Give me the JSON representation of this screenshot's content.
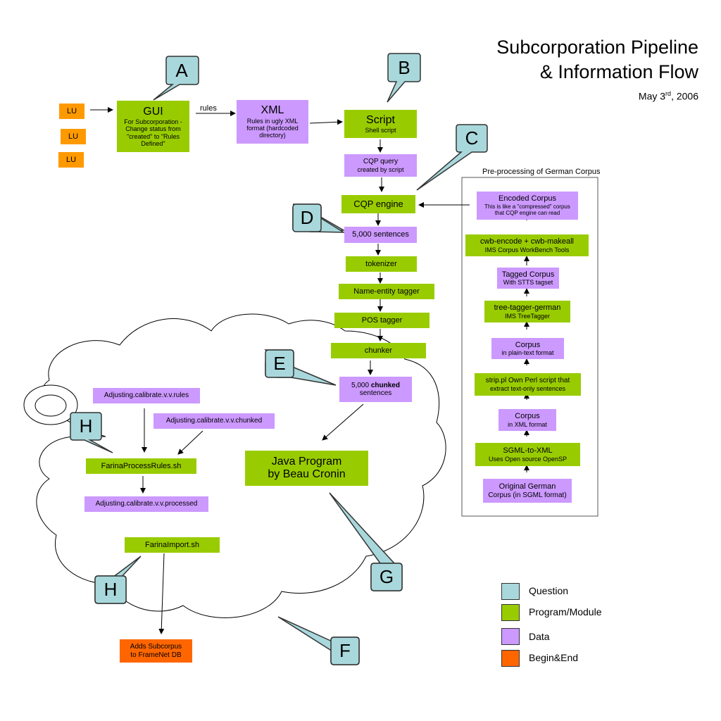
{
  "title": {
    "line1": "Subcorporation Pipeline",
    "line2": "& Information Flow"
  },
  "date": {
    "prefix": "May 3",
    "sup": "rd",
    "suffix": ", 2006"
  },
  "colors": {
    "program": "#99cc00",
    "data": "#cc99ff",
    "begin_end_lu": "#ff9900",
    "begin_end": "#ff6600",
    "question": "#a9d8dc"
  },
  "lu": [
    "LU",
    "LU",
    "LU"
  ],
  "gui": {
    "title": "GUI",
    "desc": "For Subcorporation - Change status from \"created\" to \"Rules Defined\""
  },
  "rules_label": "rules",
  "xml": {
    "title": "XML",
    "desc": "Rules in ugly XML format (hardcoded directory)"
  },
  "script": {
    "title": "Script",
    "desc": "Shell script"
  },
  "cqp_query": {
    "line1": "CQP query",
    "line2": "created by script"
  },
  "cqp_engine": "CQP engine",
  "sentences": "5,000 sentences",
  "tokenizer": "tokenizer",
  "ner": "Name-entity tagger",
  "pos": "POS tagger",
  "chunker": "chunker",
  "chunked": {
    "prefix": "5,000 ",
    "bold": "chunked",
    "line2": "sentences"
  },
  "java": {
    "line1": "Java Program",
    "line2": "by Beau Cronin"
  },
  "cloud": {
    "rules": "Adjusting.calibrate.v.v.rules",
    "chunked": "Adjusting.calibrate.v.v.chunked",
    "process": "FarinaProcessRules.sh",
    "processed": "Adjusting.calibrate.v.v.processed",
    "import": "FarinaImport.sh"
  },
  "end_box": {
    "line1": "Adds Subcorpus",
    "line2": "to FrameNet DB"
  },
  "german": {
    "heading": "Pre-processing of German Corpus",
    "encoded": {
      "line1": "Encoded Corpus",
      "line2": "This is like a \"compressed\" corpus",
      "line3": "that CQP engine can read"
    },
    "cwb": {
      "line1": "cwb-encode + cwb-makeall",
      "line2": "IMS Corpus WorkBench Tools"
    },
    "tagged": {
      "line1": "Tagged Corpus",
      "line2": "With STTS tagset"
    },
    "treetagger": {
      "line1": "tree-tagger-german",
      "line2": "IMS TreeTagger"
    },
    "plain": {
      "line1": "Corpus",
      "line2": "in plain-text format"
    },
    "strip": {
      "line1": "strip.pl Own Perl script that",
      "line2": "extract text-only sentences"
    },
    "xmlcorpus": {
      "line1": "Corpus",
      "line2": "in XML format"
    },
    "sgml": {
      "line1": "SGML-to-XML",
      "line2": "Uses Open source OpenSP"
    },
    "original": {
      "line1": "Original German",
      "line2": "Corpus (in SGML format)"
    }
  },
  "callouts": [
    "A",
    "B",
    "C",
    "D",
    "E",
    "F",
    "G",
    "H",
    "H"
  ],
  "legend": [
    {
      "label": "Question",
      "color": "#a9d8dc"
    },
    {
      "label": "Program/Module",
      "color": "#99cc00"
    },
    {
      "label": "Data",
      "color": "#cc99ff"
    },
    {
      "label": "Begin&End",
      "color": "#ff6600"
    }
  ]
}
